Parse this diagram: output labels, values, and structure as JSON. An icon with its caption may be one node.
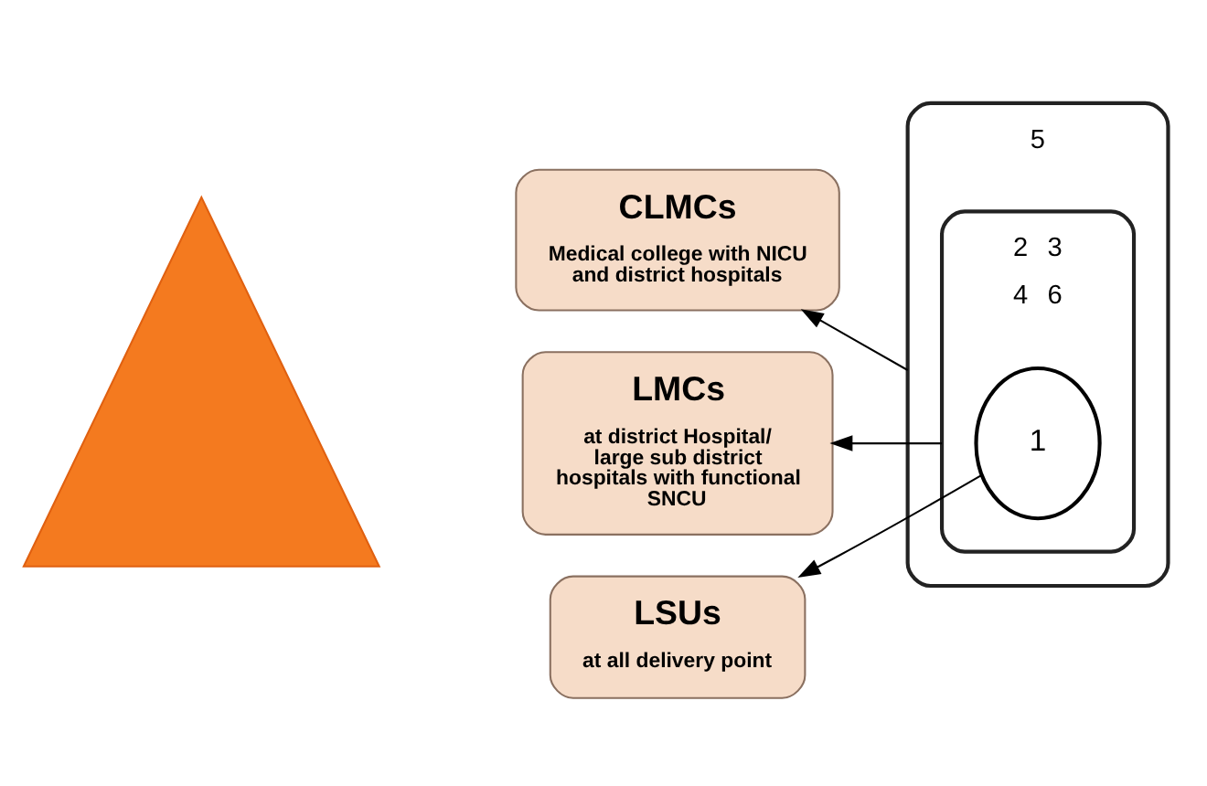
{
  "diagram": {
    "nodes": [
      {
        "text": [],
        "shape": "triangle"
      },
      {
        "text": [
          "CLMCs",
          "Medical college with NICU and district hospitals"
        ]
      },
      {
        "text": [
          "LMCs",
          "at district Hospital/ large sub district hospitals with functional SNCU"
        ]
      },
      {
        "text": [
          "LSUs",
          "at all delivery point"
        ]
      },
      {
        "text": [
          "5"
        ]
      },
      {
        "text": [
          "2",
          "3",
          "4",
          "6"
        ],
        "in": 4
      },
      {
        "text": [
          "1"
        ],
        "in": 5
      }
    ],
    "edges": [
      {
        "from": 4,
        "to": 1,
        "arrow": "to"
      },
      {
        "from": 5,
        "to": 2,
        "arrow": "to"
      },
      {
        "from": 6,
        "to": 3,
        "arrow": "to"
      }
    ]
  }
}
